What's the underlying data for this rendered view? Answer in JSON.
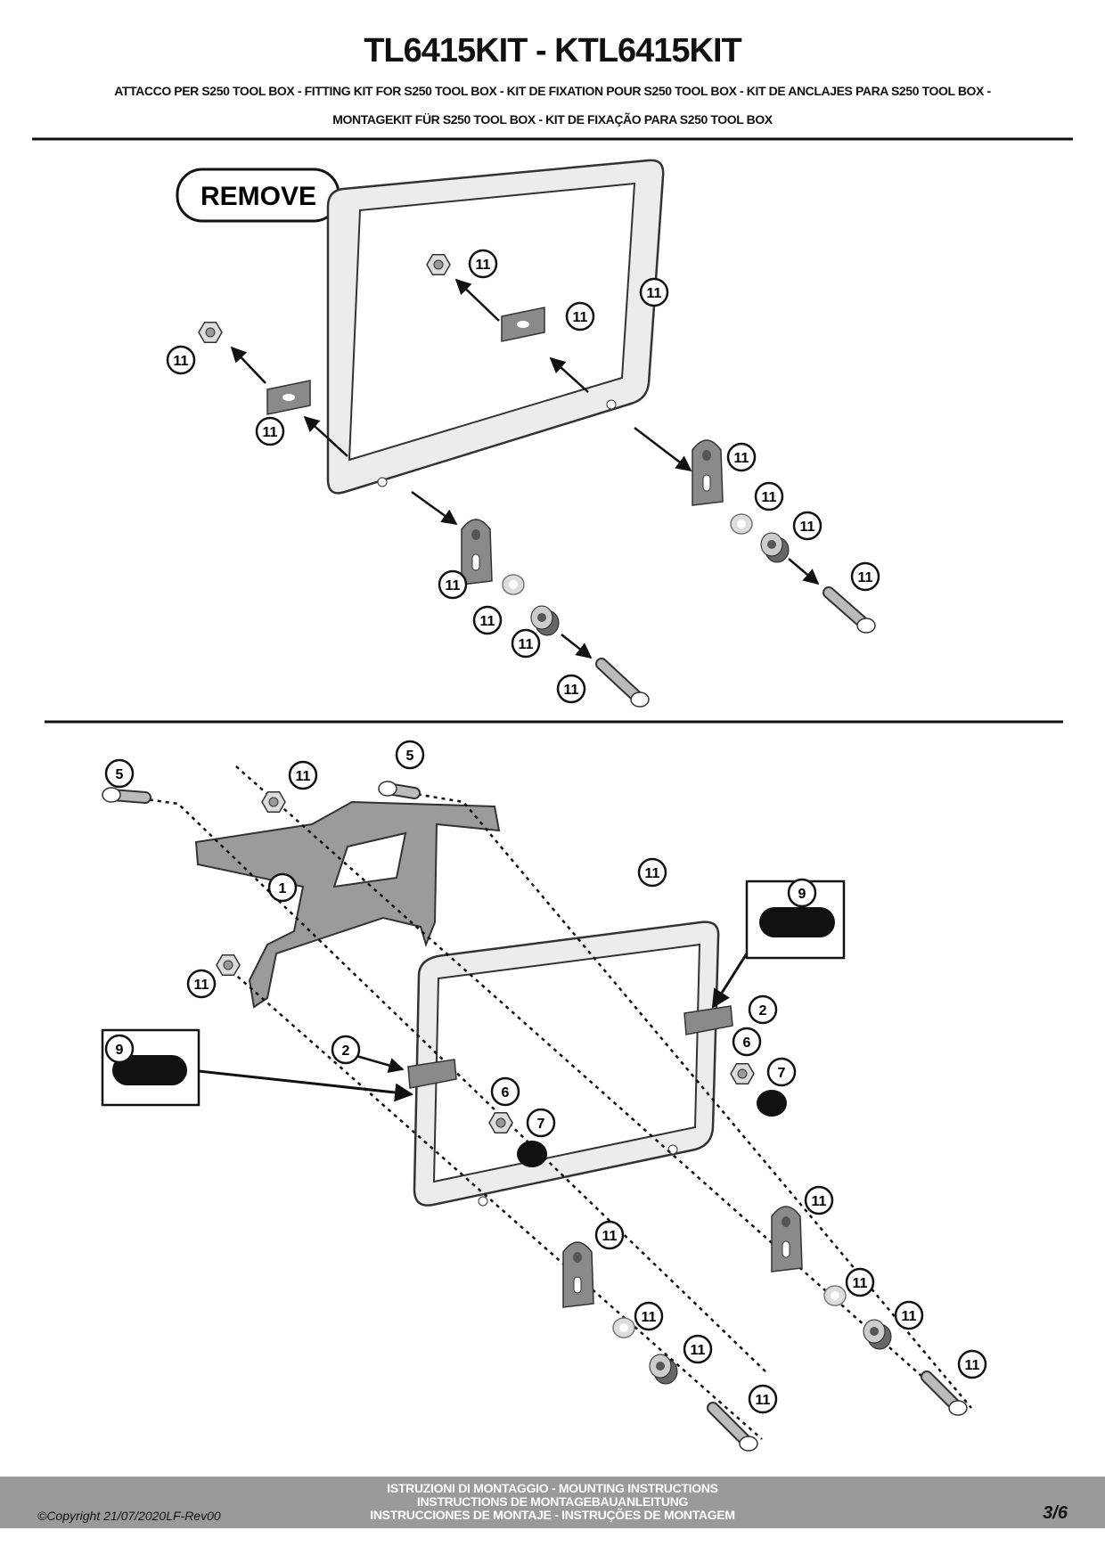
{
  "header": {
    "title": "TL6415KIT - KTL6415KIT",
    "subtitle_line1": "ATTACCO  PER S250 TOOL BOX - FITTING KIT FOR S250 TOOL BOX - KIT DE FIXATION POUR S250 TOOL BOX - KIT DE ANCLAJES PARA S250 TOOL BOX -",
    "subtitle_line2": "MONTAGEKIT FÜR S250 TOOL BOX - KIT DE FIXAÇÃO PARA S250 TOOL BOX"
  },
  "diagram_top": {
    "remove_label": "REMOVE",
    "callouts": [
      "11",
      "11",
      "11",
      "11",
      "11",
      "11",
      "11",
      "11",
      "11",
      "11",
      "11",
      "11",
      "11"
    ]
  },
  "diagram_bottom": {
    "callouts": [
      "5",
      "11",
      "5",
      "11",
      "1",
      "11",
      "9",
      "2",
      "6",
      "7",
      "9",
      "2",
      "6",
      "7",
      "11",
      "11",
      "11",
      "11",
      "11",
      "11",
      "11",
      "11"
    ]
  },
  "footer": {
    "line1": "ISTRUZIONI DI MONTAGGIO  -  MOUNTING INSTRUCTIONS",
    "line2": "INSTRUCTIONS DE MONTAGEBAUANLEITUNG",
    "line3": "INSTRUCCIONES DE MONTAJE - INSTRUÇÕES DE MONTAGEM",
    "copyright": "©Copyright 21/07/2020LF-Rev00",
    "page": "3/6"
  },
  "colors": {
    "footer_bg": "#9a9a9a",
    "part_grey": "#8a8a8a",
    "frame_fill": "#e6e6e6"
  }
}
